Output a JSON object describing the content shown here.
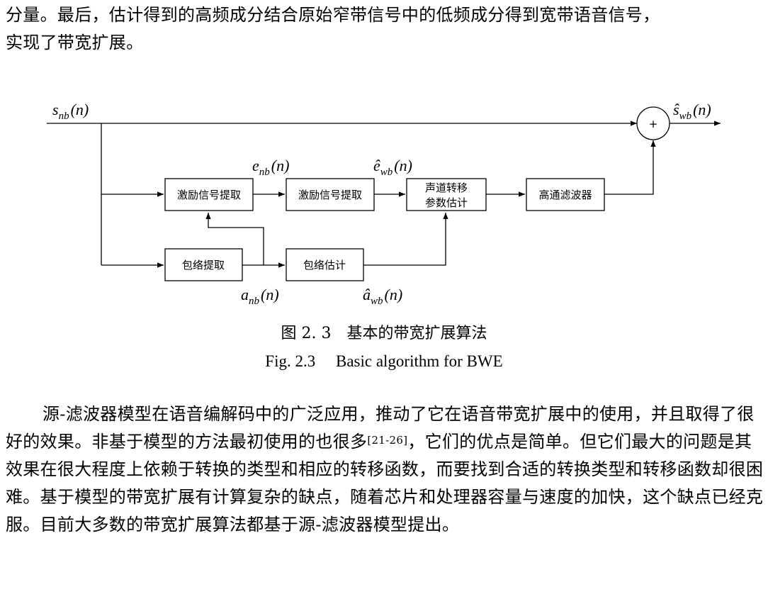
{
  "paragraph_top": {
    "line1": "分量。最后，估计得到的高频成分结合原始窄带信号中的低频成分得到宽带语音信号，",
    "line2": "实现了带宽扩展。"
  },
  "diagram": {
    "blocks": {
      "excitation_extract": "激励信号提取",
      "excitation_estimate": "激励信号提取",
      "vocal_tract_line1": "声道转移",
      "vocal_tract_line2": "参数估计",
      "highpass_filter": "高通滤波器",
      "envelope_extract": "包络提取",
      "envelope_estimate": "包络估计",
      "adder": "+"
    },
    "signals": {
      "s_nb": {
        "base": "s",
        "sub": "nb",
        "arg": "(n)"
      },
      "s_wb_hat": {
        "base": "ŝ",
        "sub": "wb",
        "arg": "(n)"
      },
      "e_nb": {
        "base": "e",
        "sub": "nb",
        "arg": "(n)"
      },
      "e_wb_hat": {
        "base": "ê",
        "sub": "wb",
        "arg": "(n)"
      },
      "a_nb": {
        "base": "a",
        "sub": "nb",
        "arg": "(n)"
      },
      "a_wb_hat": {
        "base": "â",
        "sub": "wb",
        "arg": "(n)"
      }
    }
  },
  "figure_caption": {
    "cn": "图 2. 3　基本的带宽扩展算法",
    "en": "Fig. 2.3　 Basic algorithm for BWE"
  },
  "paragraph_bottom": {
    "part1": "源-滤波器模型在语音编解码中的广泛应用，推动了它在语音带宽扩展中的使用，并且取得了很好的效果。非基于模型的方法最初使用的也很多",
    "citation": "[21-26]",
    "part2": "，它们的优点是简单。但它们最大的问题是其效果在很大程度上依赖于转换的类型和相应的转移函数，而要找到合适的转换类型和转移函数却很困难。基于模型的带宽扩展有计算复杂的缺点，随着芯片和处理器容量与速度的加快，这个缺点已经克服。目前大多数的带宽扩展算法都基于源-滤波器模型提出。"
  }
}
